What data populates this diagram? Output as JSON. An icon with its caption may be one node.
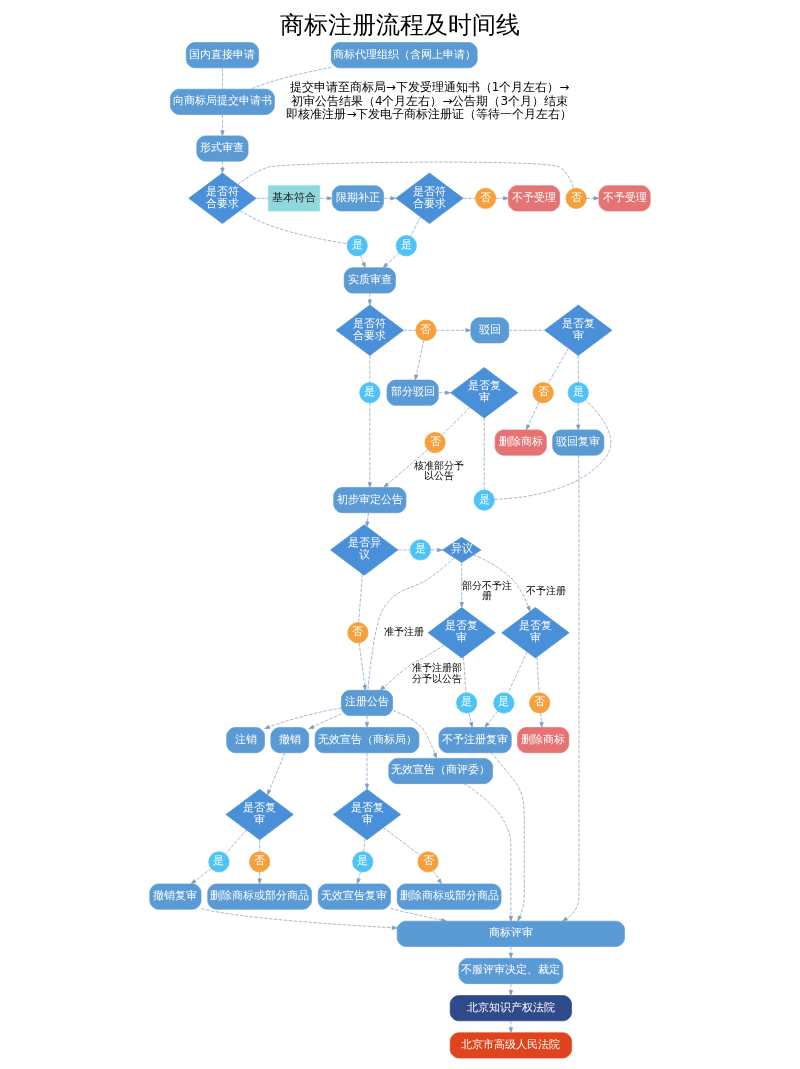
{
  "diagram": {
    "title": "商标注册流程及时间线",
    "nodes": [
      {
        "text": [
          "国内直接申请"
        ]
      },
      {
        "text": [
          "商标代理组织（含网上申请）"
        ]
      },
      {
        "text": [
          "向商标局提交申请书"
        ]
      },
      {
        "text": [
          "形式审查"
        ]
      },
      {
        "text": [
          "不予受理"
        ]
      },
      {
        "text": [
          "否"
        ]
      },
      {
        "text": [
          "是否符合要求"
        ]
      },
      {
        "text": [
          "基本符合"
        ]
      },
      {
        "text": [
          "限期补正"
        ]
      },
      {
        "text": [
          "是否符合要求"
        ]
      },
      {
        "text": [
          "否"
        ]
      },
      {
        "text": [
          "不予受理"
        ]
      },
      {
        "text": [
          "是"
        ]
      },
      {
        "text": [
          "是"
        ]
      },
      {
        "text": [
          "实质审查"
        ]
      },
      {
        "text": [
          "是否符合要求"
        ]
      },
      {
        "text": [
          "否"
        ]
      },
      {
        "text": [
          "驳回"
        ]
      },
      {
        "text": [
          "是否复审"
        ]
      },
      {
        "text": [
          "部分驳回"
        ]
      },
      {
        "text": [
          "是否复审"
        ]
      },
      {
        "text": [
          "是"
        ]
      },
      {
        "text": [
          "否"
        ]
      },
      {
        "text": [
          "是"
        ]
      },
      {
        "text": [
          "初步审定公告"
        ]
      },
      {
        "text": [
          "否"
        ]
      },
      {
        "text": [
          "删除商标"
        ]
      },
      {
        "text": [
          "是"
        ]
      },
      {
        "text": [
          "是否异议"
        ]
      },
      {
        "text": [
          "是"
        ]
      },
      {
        "text": [
          "异议"
        ]
      },
      {
        "text": [
          "否"
        ]
      },
      {
        "text": [
          "是否复审"
        ]
      },
      {
        "text": [
          "是否复审"
        ]
      },
      {
        "text": [
          "注册公告"
        ]
      },
      {
        "text": [
          "否"
        ]
      },
      {
        "text": [
          "是"
        ]
      },
      {
        "text": [
          "是"
        ]
      },
      {
        "text": [
          "注销"
        ]
      },
      {
        "text": [
          "撤销"
        ]
      },
      {
        "text": [
          "无效宣告（商标局）"
        ]
      },
      {
        "text": [
          "删除商标"
        ]
      },
      {
        "text": [
          "删除商标或部分商品"
        ]
      },
      {
        "text": [
          "否"
        ]
      },
      {
        "text": [
          "是否复审"
        ]
      },
      {
        "text": [
          "否"
        ]
      },
      {
        "text": [
          "是否复审"
        ]
      },
      {
        "text": [
          "删除商标或部分商品"
        ]
      },
      {
        "text": [
          "是"
        ]
      },
      {
        "text": [
          "是"
        ]
      },
      {
        "text": [
          "撤销复审"
        ]
      },
      {
        "text": [
          "无效宣告（商评委）"
        ]
      },
      {
        "text": [
          "无效宣告复审"
        ]
      },
      {
        "text": [
          "不予注册复审"
        ]
      },
      {
        "text": [
          "驳回复审"
        ]
      },
      {
        "text": [
          "商标评审"
        ]
      },
      {
        "text": [
          "不服评审决定、裁定"
        ]
      },
      {
        "text": [
          "北京知识产权法院"
        ]
      },
      {
        "text": [
          "北京市高级人民法院"
        ]
      }
    ],
    "edges": [
      {
        "from": 0,
        "to": 2,
        "arrow": "none",
        "style": "dashed"
      },
      {
        "from": 1,
        "to": 2,
        "arrow": "none",
        "style": "dashed"
      },
      {
        "from": 2,
        "to": 3,
        "arrow": "to",
        "style": "dashed"
      },
      {
        "from": 3,
        "to": 6,
        "arrow": "to",
        "style": "dashed"
      },
      {
        "from": 6,
        "to": 5,
        "arrow": "none",
        "style": "dashed"
      },
      {
        "from": 5,
        "to": 4,
        "arrow": "to",
        "style": "dashed"
      },
      {
        "from": 6,
        "to": 7,
        "arrow": "none",
        "style": "dashed"
      },
      {
        "from": 7,
        "to": 8,
        "arrow": "to",
        "style": "dashed"
      },
      {
        "from": 8,
        "to": 9,
        "arrow": "to",
        "style": "dashed"
      },
      {
        "from": 9,
        "to": 10,
        "arrow": "none",
        "style": "dashed"
      },
      {
        "from": 10,
        "to": 11,
        "arrow": "to",
        "style": "dashed"
      },
      {
        "from": 6,
        "to": 12,
        "arrow": "none",
        "style": "dashed"
      },
      {
        "from": 12,
        "to": 14,
        "arrow": "to",
        "style": "dashed"
      },
      {
        "from": 9,
        "to": 13,
        "arrow": "none",
        "style": "dashed"
      },
      {
        "from": 13,
        "to": 14,
        "arrow": "to",
        "style": "dashed"
      },
      {
        "from": 14,
        "to": 15,
        "arrow": "to",
        "style": "dashed"
      },
      {
        "from": 15,
        "to": 16,
        "arrow": "none",
        "style": "dashed"
      },
      {
        "from": 16,
        "to": 17,
        "arrow": "to",
        "style": "dashed"
      },
      {
        "from": 16,
        "to": 19,
        "arrow": "to",
        "style": "dashed"
      },
      {
        "from": 17,
        "to": 18,
        "arrow": "none",
        "style": "dashed"
      },
      {
        "from": 19,
        "to": 20,
        "arrow": "to",
        "style": "dashed"
      },
      {
        "from": 20,
        "to": 27,
        "arrow": "none",
        "style": "dashed"
      },
      {
        "from": 27,
        "to": 23,
        "arrow": "none",
        "style": "dashed"
      },
      {
        "from": 20,
        "to": 25,
        "arrow": "none",
        "style": "dashed"
      },
      {
        "from": 25,
        "to": 24,
        "arrow": "to",
        "label": "核准部分予以公告",
        "style": "dashed"
      },
      {
        "from": 18,
        "to": 22,
        "arrow": "none",
        "style": "dashed"
      },
      {
        "from": 22,
        "to": 26,
        "arrow": "to",
        "style": "dashed"
      },
      {
        "from": 18,
        "to": 23,
        "arrow": "none",
        "style": "dashed"
      },
      {
        "from": 23,
        "to": 54,
        "arrow": "to",
        "style": "dashed"
      },
      {
        "from": 15,
        "to": 21,
        "arrow": "none",
        "style": "dashed"
      },
      {
        "from": 21,
        "to": 24,
        "arrow": "to",
        "style": "dashed"
      },
      {
        "from": 24,
        "to": 28,
        "arrow": "to",
        "style": "dashed"
      },
      {
        "from": 28,
        "to": 29,
        "arrow": "none",
        "style": "dashed"
      },
      {
        "from": 29,
        "to": 30,
        "arrow": "to",
        "style": "dashed"
      },
      {
        "from": 28,
        "to": 31,
        "arrow": "none",
        "style": "dashed"
      },
      {
        "from": 31,
        "to": 34,
        "arrow": "to",
        "style": "dashed"
      },
      {
        "from": 30,
        "to": 33,
        "arrow": "to",
        "label": "不予注册",
        "style": "dashed"
      },
      {
        "from": 30,
        "to": 32,
        "arrow": "to",
        "label": "部分不予注册",
        "style": "dashed"
      },
      {
        "from": 30,
        "to": 34,
        "arrow": "none",
        "label": "准予注册",
        "style": "dashed"
      },
      {
        "from": 32,
        "to": 34,
        "arrow": "to",
        "label": "准予注册部分予以公告",
        "style": "dashed"
      },
      {
        "from": 32,
        "to": 36,
        "arrow": "none",
        "style": "dashed"
      },
      {
        "from": 36,
        "to": 53,
        "arrow": "to",
        "style": "dashed"
      },
      {
        "from": 33,
        "to": 37,
        "arrow": "none",
        "style": "dashed"
      },
      {
        "from": 37,
        "to": 53,
        "arrow": "to",
        "style": "dashed"
      },
      {
        "from": 33,
        "to": 35,
        "arrow": "none",
        "style": "dashed"
      },
      {
        "from": 35,
        "to": 41,
        "arrow": "to",
        "style": "dashed"
      },
      {
        "from": 34,
        "to": 38,
        "arrow": "to",
        "style": "dashed"
      },
      {
        "from": 34,
        "to": 39,
        "arrow": "to",
        "style": "dashed"
      },
      {
        "from": 34,
        "to": 40,
        "arrow": "to",
        "style": "dashed"
      },
      {
        "from": 34,
        "to": 51,
        "arrow": "to",
        "style": "dashed"
      },
      {
        "from": 39,
        "to": 44,
        "arrow": "to",
        "style": "dashed"
      },
      {
        "from": 44,
        "to": 43,
        "arrow": "none",
        "style": "dashed"
      },
      {
        "from": 43,
        "to": 42,
        "arrow": "to",
        "style": "dashed"
      },
      {
        "from": 44,
        "to": 48,
        "arrow": "none",
        "style": "dashed"
      },
      {
        "from": 48,
        "to": 50,
        "arrow": "to",
        "style": "dashed"
      },
      {
        "from": 40,
        "to": 46,
        "arrow": "to",
        "style": "dashed"
      },
      {
        "from": 46,
        "to": 45,
        "arrow": "none",
        "style": "dashed"
      },
      {
        "from": 45,
        "to": 47,
        "arrow": "to",
        "style": "dashed"
      },
      {
        "from": 46,
        "to": 49,
        "arrow": "none",
        "style": "dashed"
      },
      {
        "from": 49,
        "to": 52,
        "arrow": "to",
        "style": "dashed"
      },
      {
        "from": 50,
        "to": 55,
        "arrow": "to",
        "style": "dashed"
      },
      {
        "from": 51,
        "to": 55,
        "arrow": "to",
        "style": "dashed"
      },
      {
        "from": 52,
        "to": 55,
        "arrow": "to",
        "style": "dashed"
      },
      {
        "from": 53,
        "to": 55,
        "arrow": "to",
        "style": "dashed"
      },
      {
        "from": 54,
        "to": 55,
        "arrow": "to",
        "style": "dashed"
      },
      {
        "from": 55,
        "to": 56,
        "arrow": "to",
        "style": "dashed"
      },
      {
        "from": 56,
        "to": 57,
        "arrow": "to",
        "style": "dashed"
      },
      {
        "from": 57,
        "to": 58,
        "arrow": "to",
        "style": "dashed"
      }
    ],
    "labels": [
      "提交申请至商标局→下发受理通知书（1个月左右）→初审公告结果（4个月左右）→公告期（3个月）结束即核准注册→下发电子商标注册证（等待一个月左右）"
    ]
  }
}
